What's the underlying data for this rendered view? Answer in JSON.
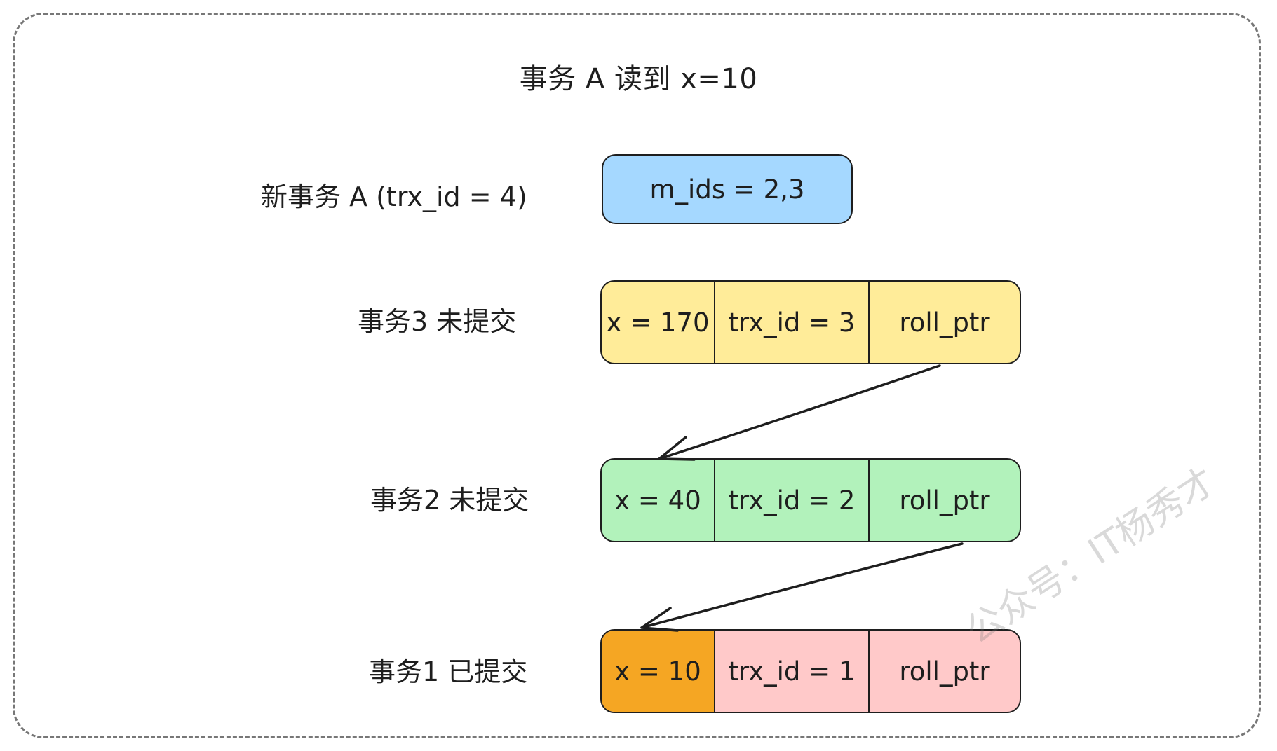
{
  "title": "事务 A 读到 x=10",
  "watermark": "公众号：IT杨秀才",
  "colors": {
    "read_view": "#a5d8ff",
    "trx3": "#ffec99",
    "trx2": "#b2f2bb",
    "trx1": "#ffc9c9",
    "highlight": "#f5a623",
    "stroke": "#1e1e1e"
  },
  "read_view": {
    "label": "新事务 A (trx_id = 4)",
    "m_ids": "m_ids = 2,3"
  },
  "records": [
    {
      "label": "事务3 未提交",
      "value": "x = 170",
      "trx_id": "trx_id = 3",
      "roll_ptr": "roll_ptr"
    },
    {
      "label": "事务2 未提交",
      "value": "x = 40",
      "trx_id": "trx_id = 2",
      "roll_ptr": "roll_ptr"
    },
    {
      "label": "事务1 已提交",
      "value": "x = 10",
      "trx_id": "trx_id = 1",
      "roll_ptr": "roll_ptr"
    }
  ]
}
